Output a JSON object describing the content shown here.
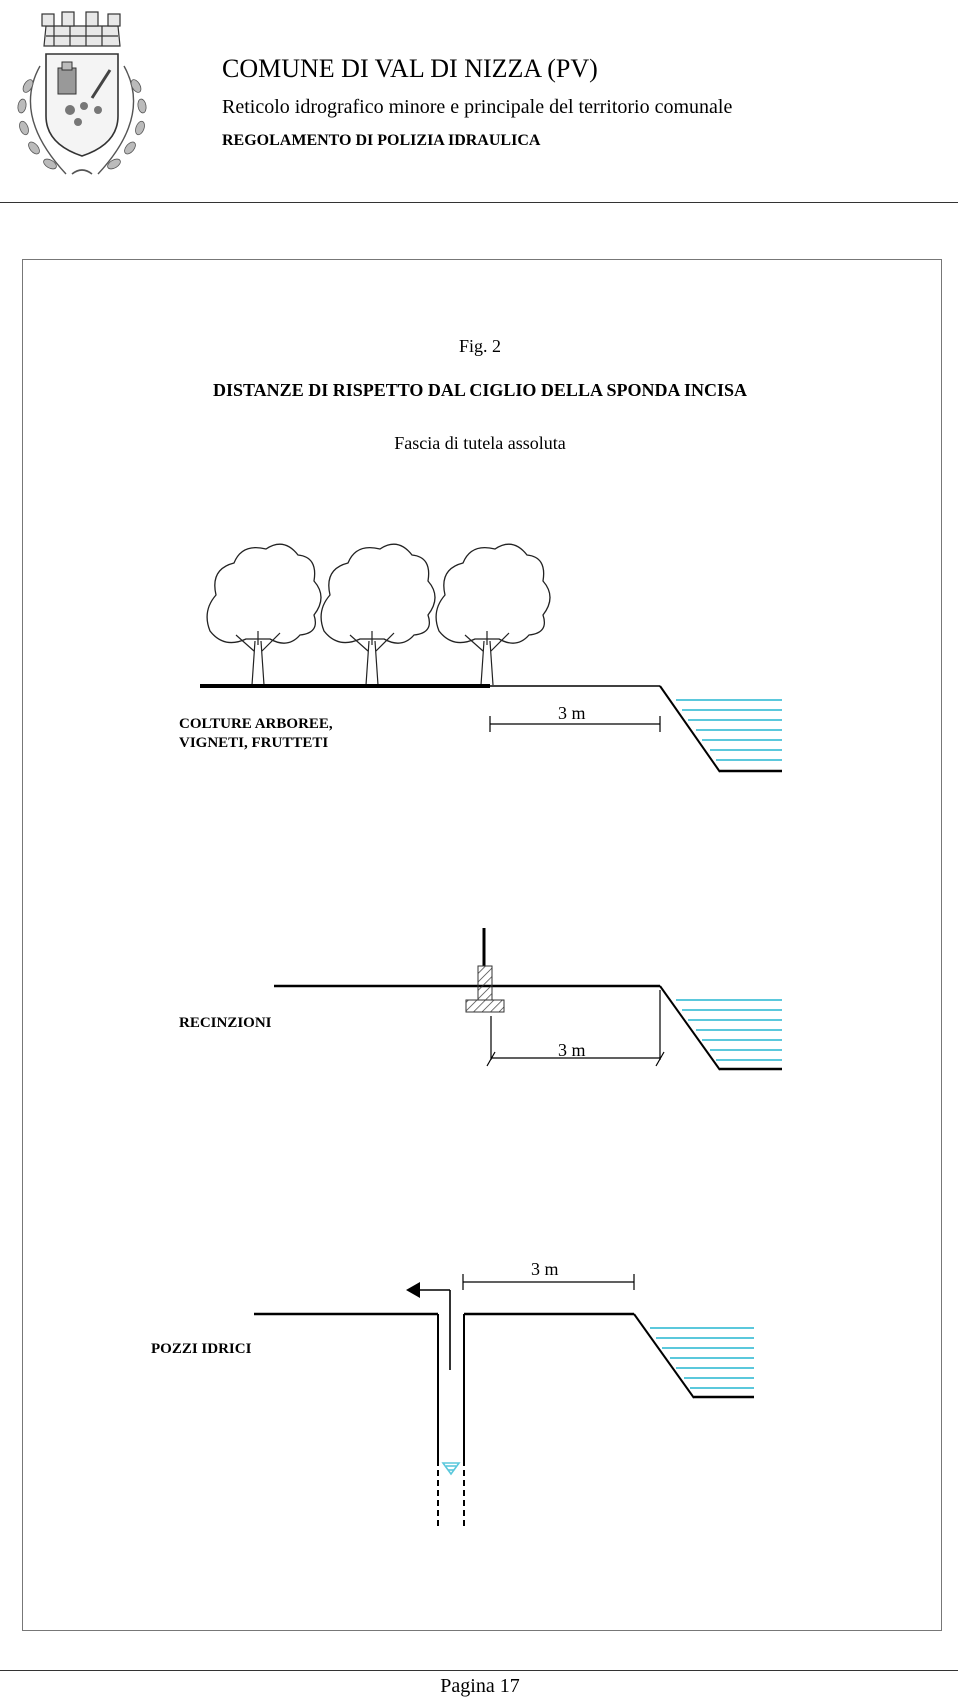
{
  "header": {
    "municipality": "COMUNE DI VAL DI NIZZA (PV)",
    "subtitle": "Reticolo idrografico minore e principale del territorio comunale",
    "regulation": "REGOLAMENTO DI POLIZIA IDRAULICA",
    "emblem": "municipal-coat-of-arms"
  },
  "figure": {
    "label": "Fig. 2",
    "title": "DISTANZE DI RISPETTO DAL CIGLIO DELLA SPONDA INCISA",
    "subtitle": "Fascia di tutela assoluta",
    "sections": [
      {
        "label_line1": "COLTURE ARBOREE,",
        "label_line2": "VIGNETI, FRUTTETI",
        "distance": "3 m"
      },
      {
        "label": "RECINZIONI",
        "distance": "3 m"
      },
      {
        "label": "POZZI IDRICI",
        "distance": "3 m"
      }
    ],
    "water_color": "#5bc8dc"
  },
  "footer": {
    "page": "Pagina 17"
  }
}
